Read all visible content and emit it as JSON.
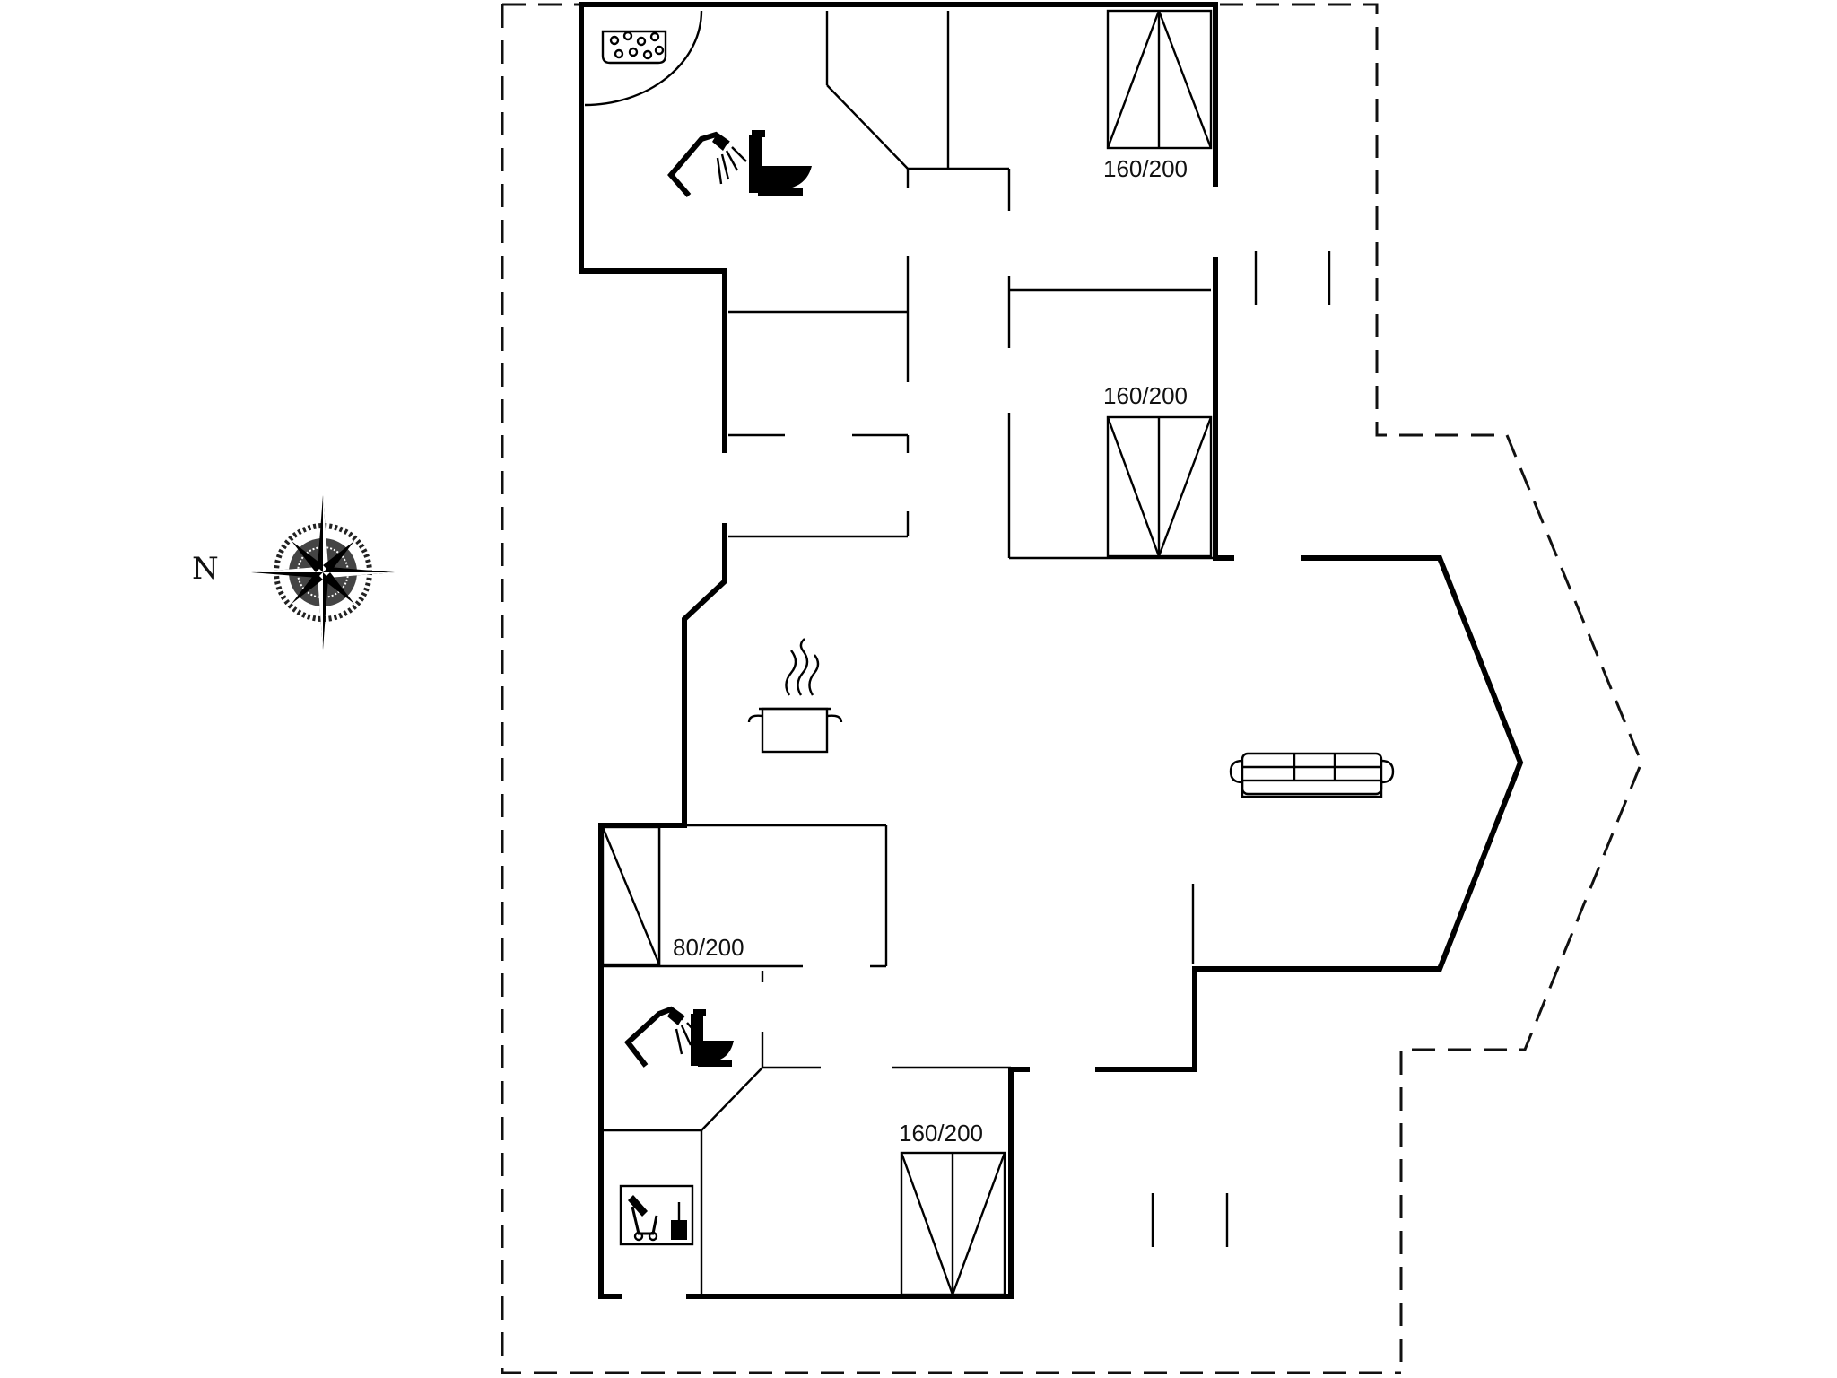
{
  "compass": {
    "label": "N"
  },
  "beds": [
    {
      "label": "160/200"
    },
    {
      "label": "160/200"
    },
    {
      "label": "80/200"
    },
    {
      "label": "160/200"
    }
  ],
  "icons": {
    "shower_upper": "shower-icon",
    "toilet_upper": "toilet-icon",
    "spa": "spa-bath-icon",
    "kitchen": "cooking-pot-icon",
    "living": "sofa-icon",
    "shower_lower": "shower-icon",
    "toilet_lower": "toilet-icon",
    "utility": "washing-machine-icon"
  }
}
